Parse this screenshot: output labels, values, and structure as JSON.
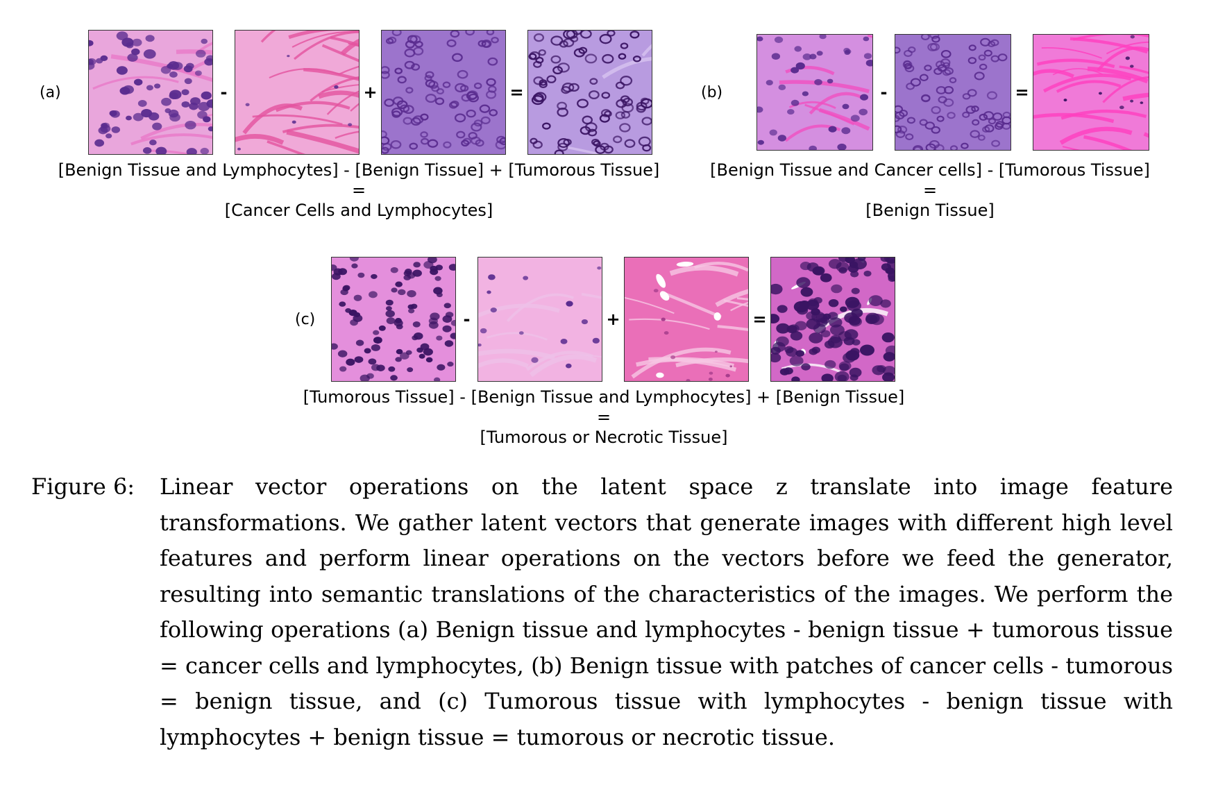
{
  "panels": {
    "a": {
      "label": "(a)",
      "operators": [
        "-",
        "+",
        "="
      ],
      "tiles": [
        "benign-lymphocytes",
        "benign-tissue",
        "tumorous-tissue",
        "cancer-lymphocytes"
      ],
      "caption_line1": "[Benign Tissue and Lymphocytes] - [Benign Tissue] + [Tumorous Tissue]",
      "caption_line2": "=",
      "caption_line3": "[Cancer Cells and Lymphocytes]"
    },
    "b": {
      "label": "(b)",
      "operators": [
        "-",
        "="
      ],
      "tiles": [
        "benign-cancer-cells",
        "tumorous-tissue",
        "benign-tissue"
      ],
      "caption_line1": "[Benign Tissue and Cancer cells] - [Tumorous Tissue]",
      "caption_line2": "=",
      "caption_line3": "[Benign Tissue]"
    },
    "c": {
      "label": "(c)",
      "operators": [
        "-",
        "+",
        "="
      ],
      "tiles": [
        "tumorous-tissue",
        "benign-lymphocytes",
        "benign-tissue",
        "tumorous-necrotic"
      ],
      "caption_line1": "[Tumorous Tissue] - [Benign Tissue and Lymphocytes] + [Benign Tissue]",
      "caption_line2": "=",
      "caption_line3": "[Tumorous or Necrotic Tissue]"
    }
  },
  "figure_caption": {
    "number": "Figure 6:",
    "text": "Linear vector operations on the latent space z translate into image feature transformations. We gather latent vectors that generate images with different high level features and perform linear operations on the vectors before we feed the generator, resulting into semantic translations of the characteristics of the images. We perform the following operations (a) Benign tissue and lymphocytes - benign tissue + tumorous tissue = cancer cells and lymphocytes, (b) Benign tissue with patches of cancer cells - tumorous = benign tissue, and (c) Tumorous tissue with lymphocytes - benign tissue with lymphocytes + benign tissue = tumorous or necrotic tissue."
  },
  "colors": {
    "stroma_pink": "#e879c8",
    "background_pink": "#f2b3e2",
    "nucleus_purple": "#5a2c8f",
    "dark_nucleus": "#3a1463",
    "tumor_violet": "#9c74cc"
  }
}
